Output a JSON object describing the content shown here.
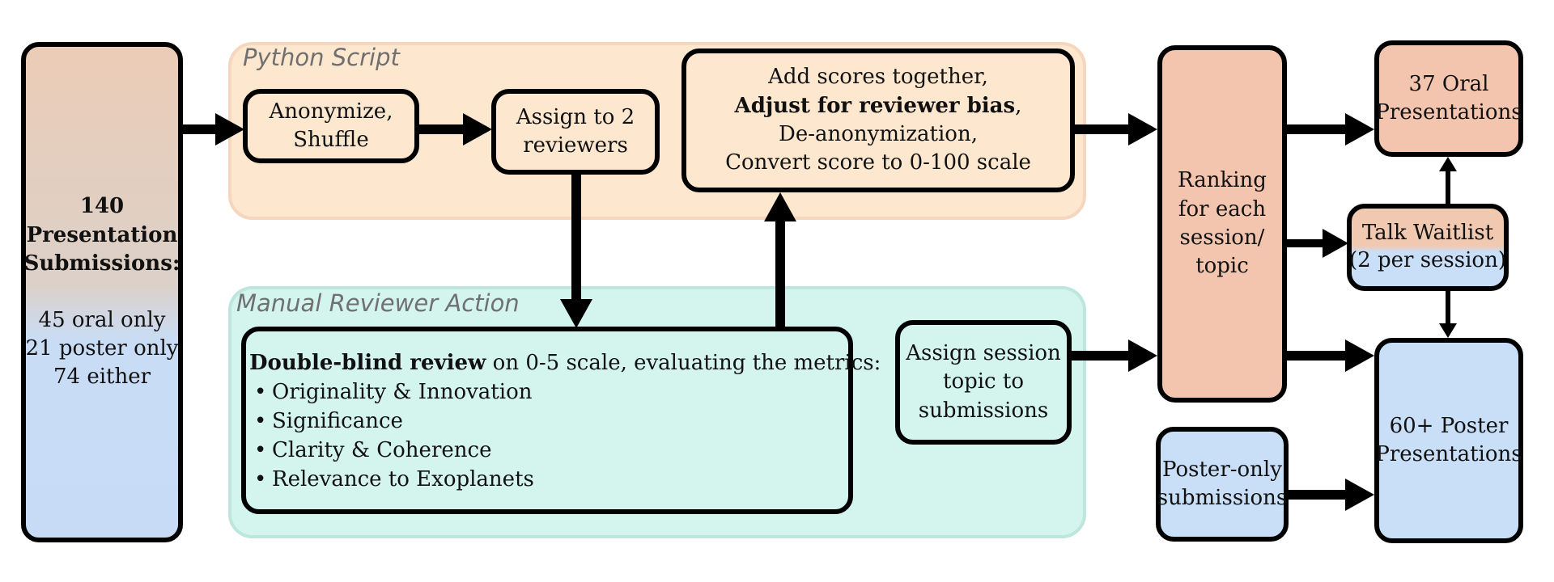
{
  "groups": {
    "python": "Python Script",
    "manual": "Manual Reviewer Action"
  },
  "submissions": {
    "count_line1": "140",
    "count_line2": "Presentation",
    "count_line3": "Submissions:",
    "breakdown": [
      "45 oral only",
      "21 poster only",
      "74 either"
    ]
  },
  "anonymize": [
    "Anonymize,",
    "Shuffle"
  ],
  "assign_reviewers": [
    "Assign to 2",
    "reviewers"
  ],
  "add_scores": {
    "line1": "Add scores together,",
    "line2_bold": "Adjust for reviewer bias",
    "line2_suffix": ",",
    "line3": "De-anonymization,",
    "line4": "Convert score to 0-100 scale"
  },
  "review": {
    "bold": "Double-blind review",
    "rest": " on 0-5 scale, evaluating the metrics:",
    "metrics": [
      "Originality & Innovation",
      "Significance",
      "Clarity & Coherence",
      "Relevance to Exoplanets"
    ]
  },
  "assign_session": [
    "Assign session",
    "topic to",
    "submissions"
  ],
  "ranking": [
    "Ranking",
    "for each",
    "session/",
    "topic"
  ],
  "oral": [
    "37 Oral",
    "Presentations"
  ],
  "waitlist": [
    "Talk Waitlist",
    "(2 per session)"
  ],
  "poster": [
    "60+ Poster",
    "Presentations"
  ],
  "poster_only": [
    "Poster-only",
    "submissions"
  ]
}
